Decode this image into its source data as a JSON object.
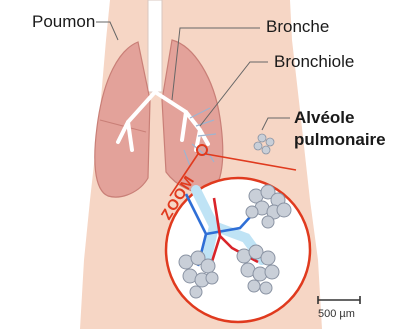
{
  "labels": {
    "poumon": "Poumon",
    "bronche": "Bronche",
    "bronchiole": "Bronchiole",
    "alveole_line1": "Alvéole",
    "alveole_line2": "pulmonaire",
    "zoom": "ZOOM",
    "scale": "500 µm"
  },
  "colors": {
    "skin": "#f6d6c5",
    "lung": "#e3a29a",
    "trachea": "#ffffff",
    "zoom_accent": "#e03a1e",
    "vessel_blue": "#2f6fd6",
    "vessel_red": "#d9242a",
    "alveoli": "#c9cfd8"
  }
}
